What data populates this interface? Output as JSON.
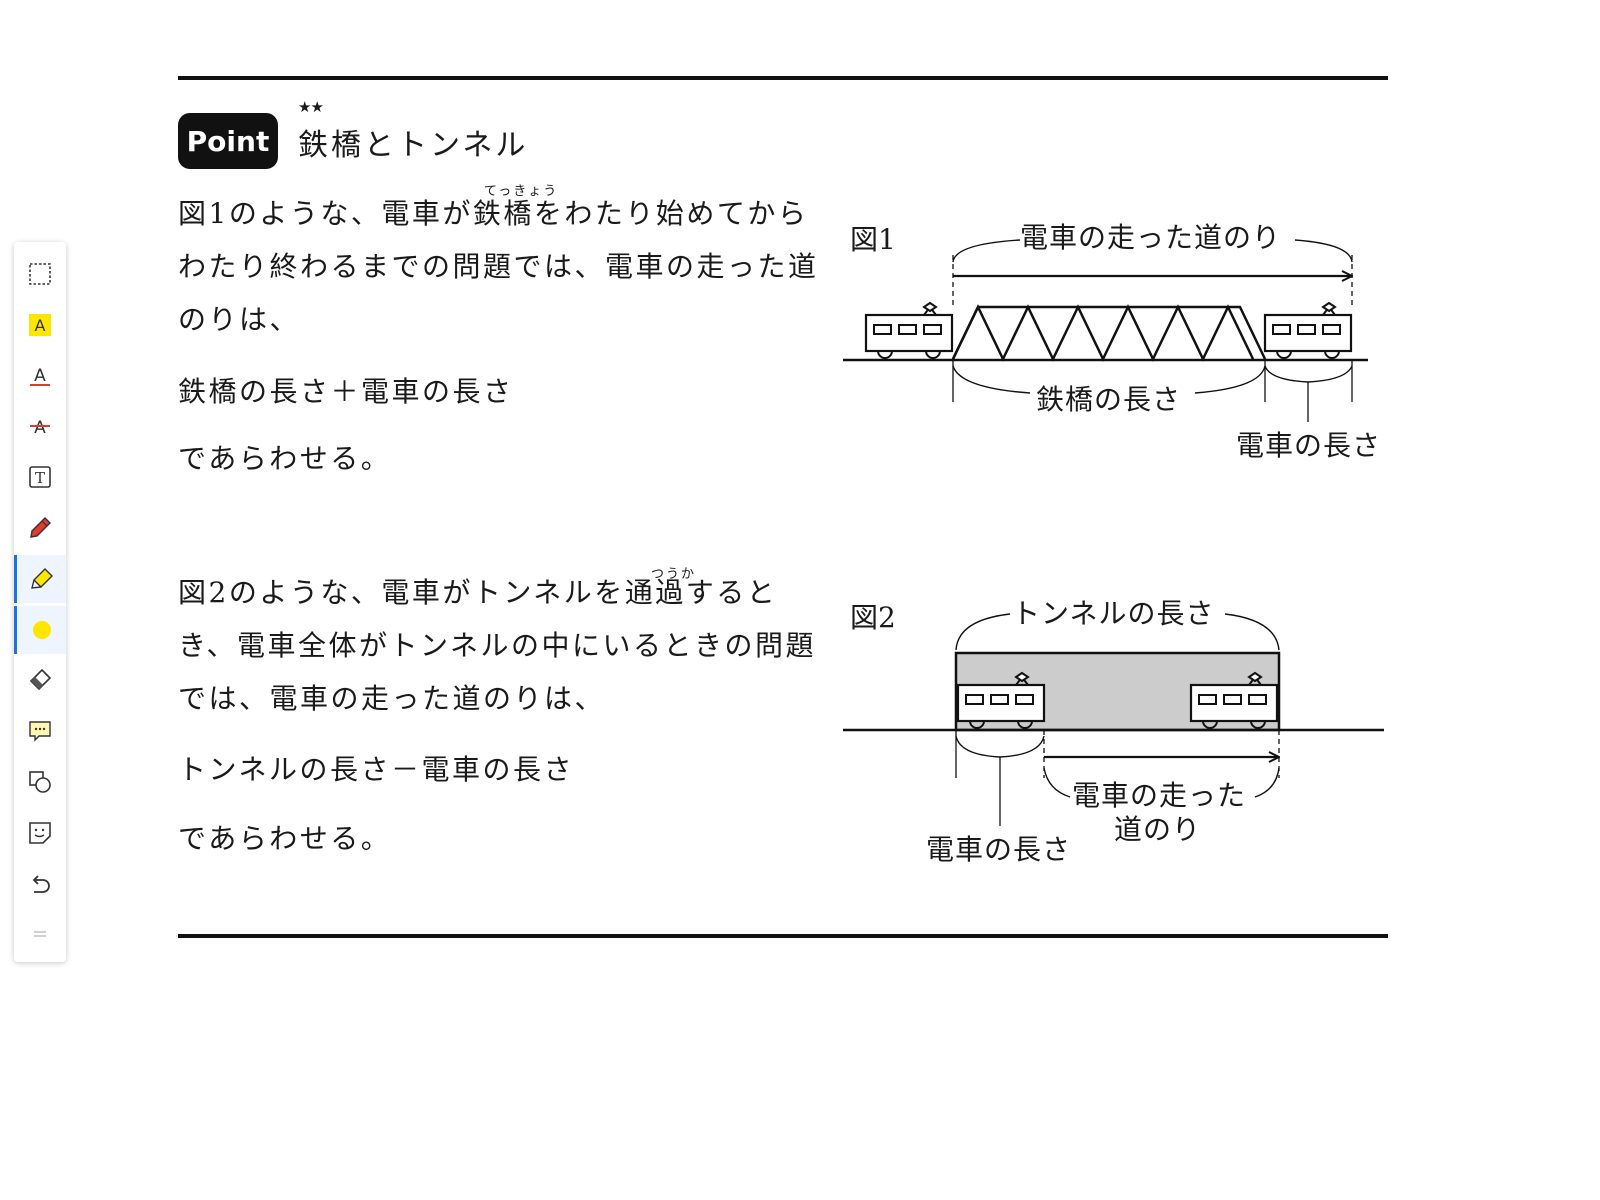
{
  "toolbar": {
    "tools": [
      {
        "name": "select-rect-icon"
      },
      {
        "name": "highlight-text-icon"
      },
      {
        "name": "underline-text-icon"
      },
      {
        "name": "strikethrough-text-icon"
      },
      {
        "name": "text-box-icon"
      },
      {
        "name": "pen-icon"
      },
      {
        "name": "highlighter-icon"
      },
      {
        "name": "color-swatch-icon",
        "color": "#ffe600"
      },
      {
        "name": "eraser-icon"
      },
      {
        "name": "comment-icon"
      },
      {
        "name": "shapes-icon"
      },
      {
        "name": "sticker-icon"
      },
      {
        "name": "undo-icon"
      },
      {
        "name": "drag-handle-icon"
      }
    ],
    "active_tool": "highlighter-icon",
    "accent_color": "#1a73e8"
  },
  "header": {
    "badge": "Point",
    "stars": "★★",
    "title": "鉄橋とトンネル"
  },
  "section1": {
    "ruby": "てっきょう",
    "text": "図1のような、電車が鉄橋をわたり始めてからわたり終わるまでの問題では、電車の走った道のりは、",
    "formula": "鉄橋の長さ＋電車の長さ",
    "conclusion": "であらわせる。"
  },
  "section2": {
    "ruby": "つうか",
    "text": "図2のような、電車がトンネルを通過するとき、電車全体がトンネルの中にいるときの問題では、電車の走った道のりは、",
    "formula": "トンネルの長さ－電車の長さ",
    "conclusion": "であらわせる。"
  },
  "figure1": {
    "label": "図1",
    "distance_label": "電車の走った道のり",
    "bridge_label": "鉄橋の長さ",
    "train_label": "電車の長さ"
  },
  "figure2": {
    "label": "図2",
    "tunnel_label": "トンネルの長さ",
    "distance_label_line1": "電車の走った",
    "distance_label_line2": "道のり",
    "train_label": "電車の長さ",
    "tunnel_fill": "#cccccc"
  }
}
